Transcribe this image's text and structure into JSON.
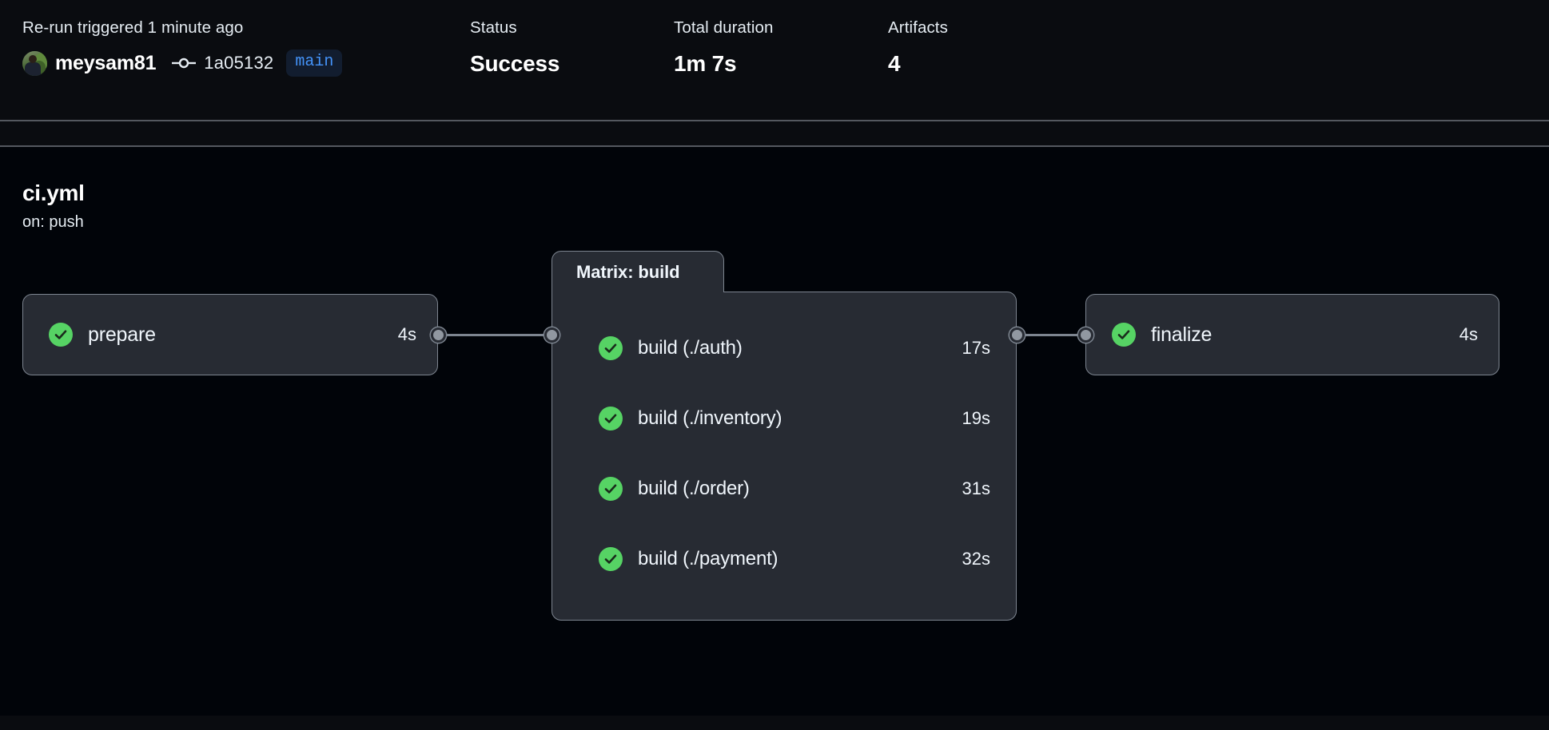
{
  "header": {
    "trigger": {
      "label": "Re-run triggered 1 minute ago",
      "actor": "meysam81",
      "commit_sha": "1a05132",
      "branch": "main"
    },
    "status": {
      "label": "Status",
      "value": "Success"
    },
    "duration": {
      "label": "Total duration",
      "value": "1m 7s"
    },
    "artifacts": {
      "label": "Artifacts",
      "value": "4"
    }
  },
  "workflow": {
    "title": "ci.yml",
    "subtitle": "on: push",
    "nodes": {
      "prepare": {
        "label": "prepare",
        "duration": "4s",
        "status": "success"
      },
      "finalize": {
        "label": "finalize",
        "duration": "4s",
        "status": "success"
      }
    },
    "matrix": {
      "title": "Matrix: build",
      "jobs": [
        {
          "label": "build (./auth)",
          "duration": "17s",
          "status": "success"
        },
        {
          "label": "build (./inventory)",
          "duration": "19s",
          "status": "success"
        },
        {
          "label": "build (./order)",
          "duration": "31s",
          "status": "success"
        },
        {
          "label": "build (./payment)",
          "duration": "32s",
          "status": "success"
        }
      ]
    }
  },
  "colors": {
    "page_background": "#0a0c10",
    "canvas_background": "#010409",
    "node_background": "#272b33",
    "node_border": "#7d8590",
    "success_green": "#56d364",
    "branch_badge_text": "#4493f8",
    "branch_badge_background": "#121d2f",
    "text_primary": "#f0f6fc",
    "edge": "#7d8590"
  }
}
